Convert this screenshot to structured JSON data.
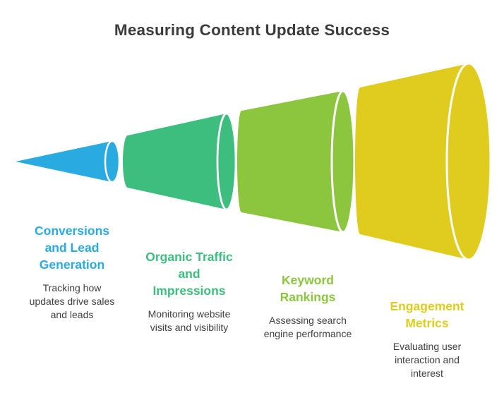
{
  "title": "Measuring Content Update Success",
  "background": "#FFFFFF",
  "separator_color": "#FFFFFF",
  "text_color": "#3F3F3F",
  "stages": [
    {
      "name": "Conversions and Lead Generation",
      "color": "#29ABE2",
      "title_lines": [
        "Conversions",
        "and Lead",
        "Generation"
      ],
      "desc_lines": [
        "Tracking how",
        "updates drive sales",
        "and leads"
      ]
    },
    {
      "name": "Organic Traffic and Impressions",
      "color": "#3DBE7E",
      "title_lines": [
        "Organic Traffic",
        "and",
        "Impressions"
      ],
      "desc_lines": [
        "Monitoring website",
        "visits and visibility"
      ]
    },
    {
      "name": "Keyword Rankings",
      "color": "#8CC63F",
      "title_lines": [
        "Keyword",
        "Rankings"
      ],
      "desc_lines": [
        "Assessing search",
        "engine performance"
      ]
    },
    {
      "name": "Engagement Metrics",
      "color": "#E0CC1E",
      "title_lines": [
        "Engagement",
        "Metrics"
      ],
      "desc_lines": [
        "Evaluating user",
        "interaction and",
        "interest"
      ]
    }
  ]
}
